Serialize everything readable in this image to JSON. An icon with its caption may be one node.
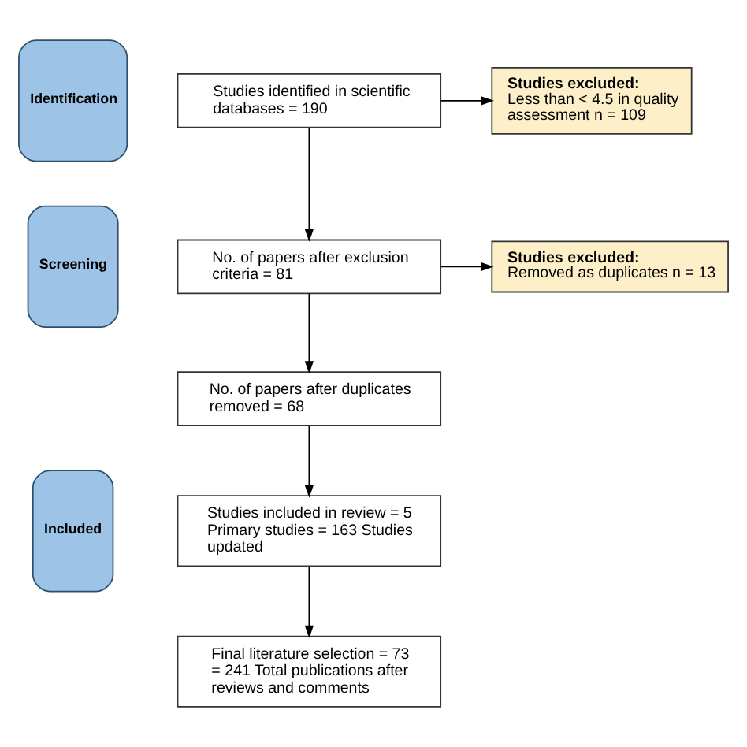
{
  "diagram": {
    "nodes": [
      {
        "text": [
          "Identification"
        ]
      },
      {
        "text": [
          "Studies identified in scientific databases = 190"
        ]
      },
      {
        "text": [
          "Studies excluded:",
          "Less than < 4.5 in quality assessment n = 109"
        ]
      },
      {
        "text": [
          "Screening"
        ]
      },
      {
        "text": [
          "No. of papers after exclusion criteria = 81"
        ]
      },
      {
        "text": [
          "Studies excluded:",
          "Removed as duplicates n = 13"
        ]
      },
      {
        "text": [
          "No. of papers after duplicates removed = 68"
        ]
      },
      {
        "text": [
          "Studies included in review = 5 Primary studies = 163 Studies updated"
        ]
      },
      {
        "text": [
          "Included"
        ]
      },
      {
        "text": [
          "Final literature selection = 73 = 241 Total publications after reviews and comments"
        ]
      }
    ],
    "edges": [
      {
        "from": 1,
        "to": 4,
        "arrow": "to"
      },
      {
        "from": 1,
        "to": 2,
        "arrow": "to"
      },
      {
        "from": 4,
        "to": 6,
        "arrow": "to"
      },
      {
        "from": 4,
        "to": 5,
        "arrow": "to"
      },
      {
        "from": 6,
        "to": 7,
        "arrow": "to"
      },
      {
        "from": 7,
        "to": 9,
        "arrow": "to"
      }
    ]
  }
}
